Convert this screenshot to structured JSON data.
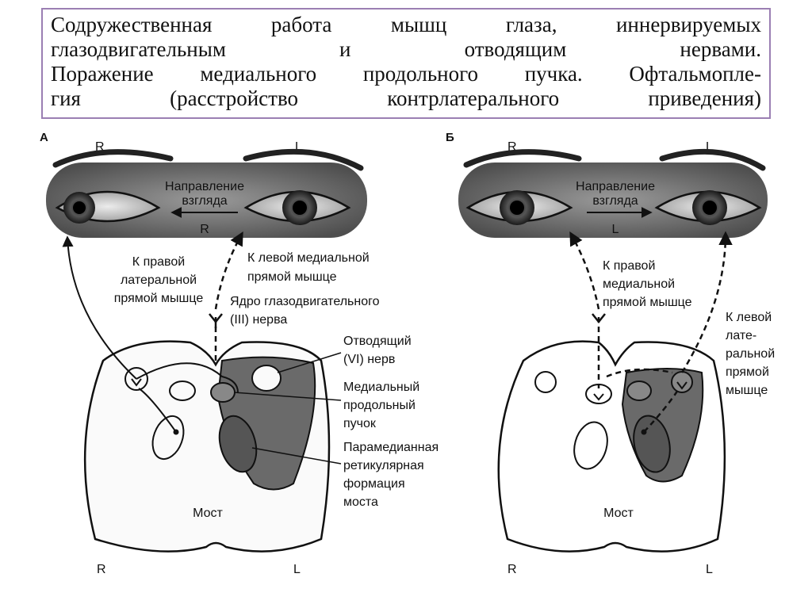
{
  "title": {
    "lines": [
      "Содружественная работа мышц глаза, иннервируемых",
      "глазодвигательным и отводящим нервами.",
      "Поражение медиального продольного пучка. Офтальмопле-",
      "гия (расстройство контрлатерального приведения)"
    ]
  },
  "panel_a": {
    "letter": "А",
    "eye_r": "R",
    "eye_l": "L",
    "gaze_line1": "Направление",
    "gaze_line2": "взгляда",
    "gaze_dir": "R",
    "to_right_lateral": [
      "К правой",
      "латеральной",
      "прямой мышце"
    ],
    "to_left_medial": [
      "К левой медиальной",
      "прямой мышце"
    ],
    "oculomotor_nucleus": [
      "Ядро глазодвигательного",
      "(III) нерва"
    ],
    "abducens": [
      "Отводящий",
      "(VI) нерв"
    ],
    "mlf": [
      "Медиальный",
      "продольный",
      "пучок"
    ],
    "pprf": [
      "Парамедианная",
      "ретикулярная",
      "формация",
      "моста"
    ],
    "pons": "Мост",
    "bottom_r": "R",
    "bottom_l": "L"
  },
  "panel_b": {
    "letter": "Б",
    "eye_r": "R",
    "eye_l": "L",
    "gaze_line1": "Направление",
    "gaze_line2": "взгляда",
    "gaze_dir": "L",
    "to_right_medial": [
      "К правой",
      "медиальной",
      "прямой мышце"
    ],
    "to_left_lateral": [
      "К левой",
      "лате-",
      "ральной",
      "прямой",
      "мышце"
    ],
    "pons": "Мост",
    "bottom_r": "R",
    "bottom_l": "L"
  },
  "colors": {
    "title_border": "#9b7fb3",
    "skin": "#6f6f6f",
    "pprf_fill": "#6a6a6a",
    "line": "#111111"
  }
}
